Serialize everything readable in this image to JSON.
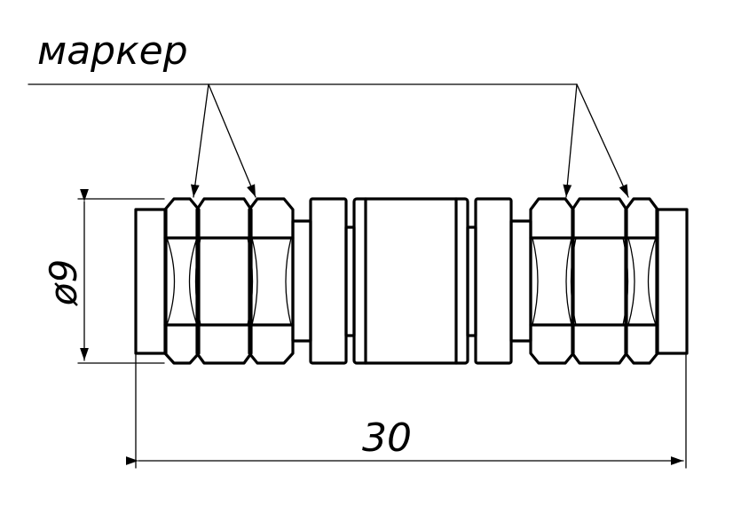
{
  "labels": {
    "marker": "маркер",
    "diameter": "ø9",
    "length": "30"
  }
}
